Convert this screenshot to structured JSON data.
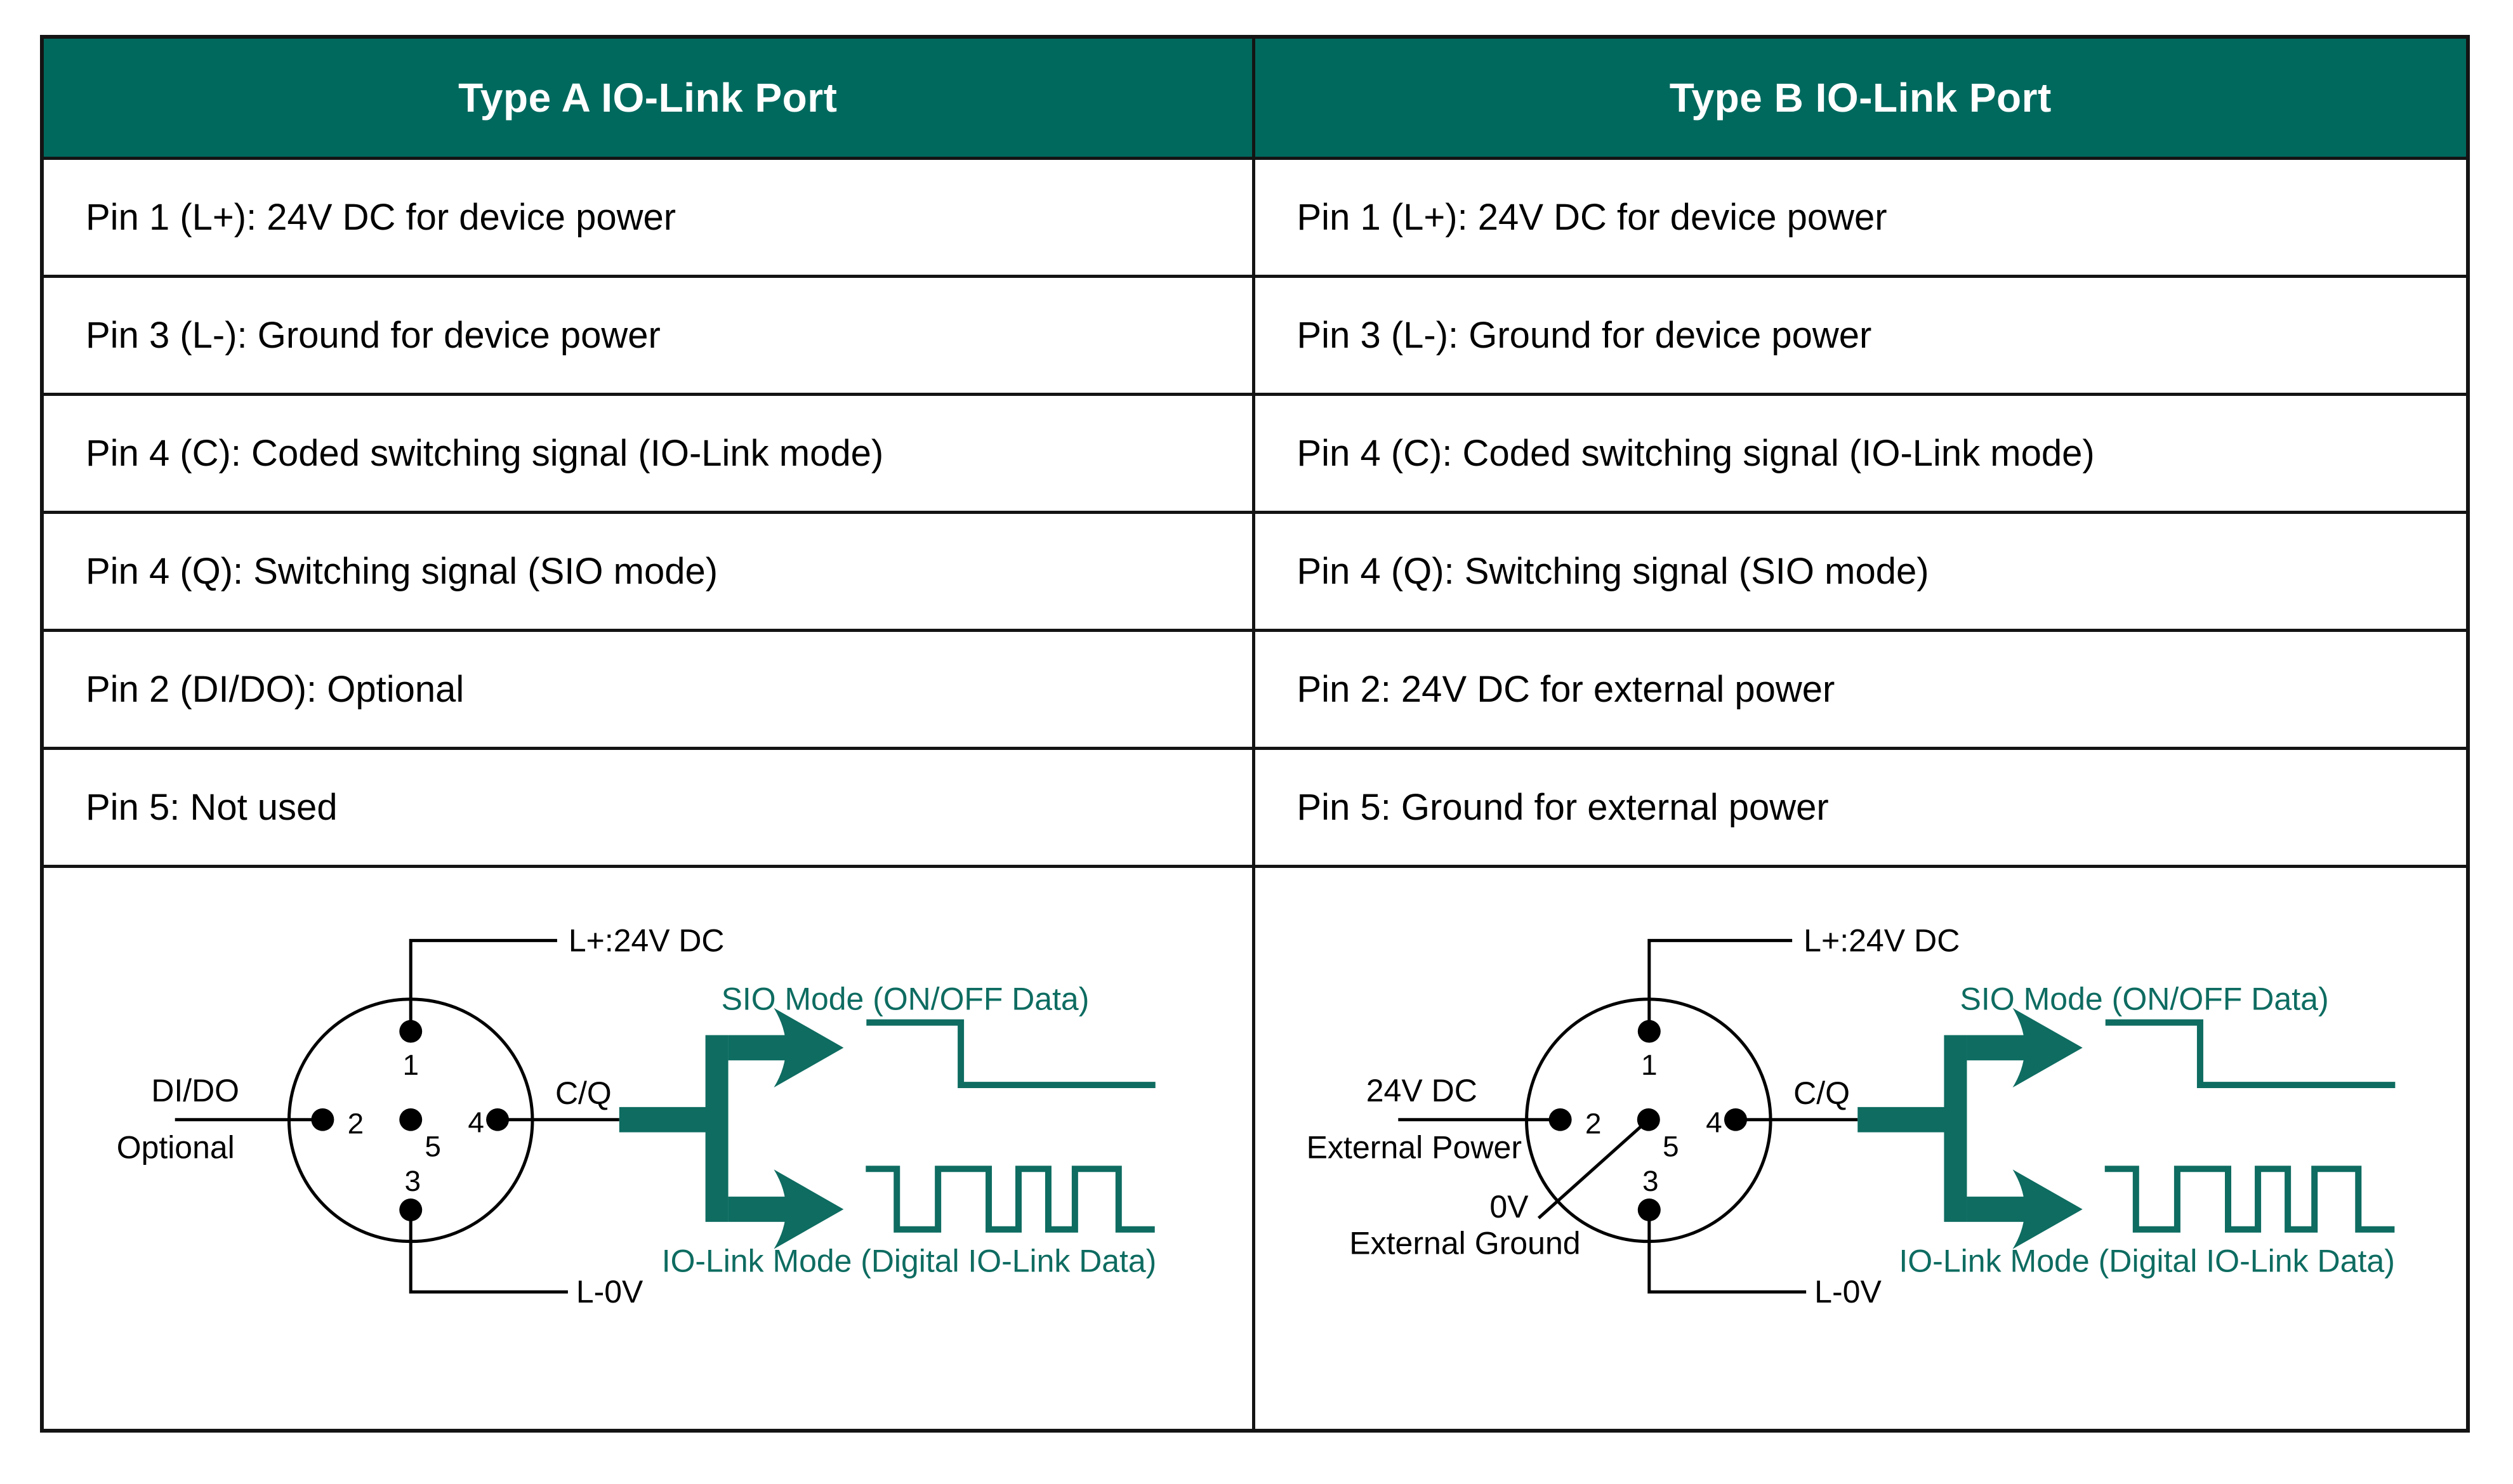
{
  "colors": {
    "header_bg": "#00695E",
    "teal": "#0E6C61",
    "line": "#141414",
    "text": "#000000"
  },
  "table": {
    "headers": [
      "Type A IO-Link Port",
      "Type B IO-Link Port"
    ],
    "rows": [
      {
        "a": "Pin 1 (L+): 24V DC for device power",
        "b": "Pin 1 (L+): 24V DC for device power"
      },
      {
        "a": "Pin 3 (L-): Ground for device power",
        "b": "Pin 3 (L-): Ground for device power"
      },
      {
        "a": "Pin 4 (C): Coded switching signal (IO-Link mode)",
        "b": "Pin 4 (C): Coded switching signal (IO-Link mode)"
      },
      {
        "a": "Pin 4 (Q): Switching signal (SIO mode)",
        "b": "Pin 4 (Q): Switching signal (SIO mode)"
      },
      {
        "a": "Pin 2 (DI/DO): Optional",
        "b": "Pin 2: 24V DC for external power"
      },
      {
        "a": "Pin 5: Not used",
        "b": "Pin 5: Ground for external power"
      }
    ]
  },
  "diagram_a": {
    "power_label": "L+:24V DC",
    "pin2_line1": "DI/DO",
    "pin2_line2": "Optional",
    "cq_label": "C/Q",
    "ground_label": "L-0V",
    "sio_label": "SIO Mode (ON/OFF Data)",
    "iolink_label": "IO-Link Mode (Digital IO-Link Data)",
    "pins": {
      "p1": "1",
      "p2": "2",
      "p3": "3",
      "p4": "4",
      "p5": "5"
    }
  },
  "diagram_b": {
    "power_label": "L+:24V DC",
    "pin2_line1": "24V DC",
    "pin2_line2": "External Power",
    "pin5_line1": "0V",
    "pin5_line2": "External Ground",
    "cq_label": "C/Q",
    "ground_label": "L-0V",
    "sio_label": "SIO Mode (ON/OFF Data)",
    "iolink_label": "IO-Link Mode (Digital IO-Link Data)",
    "pins": {
      "p1": "1",
      "p2": "2",
      "p3": "3",
      "p4": "4",
      "p5": "5"
    }
  }
}
